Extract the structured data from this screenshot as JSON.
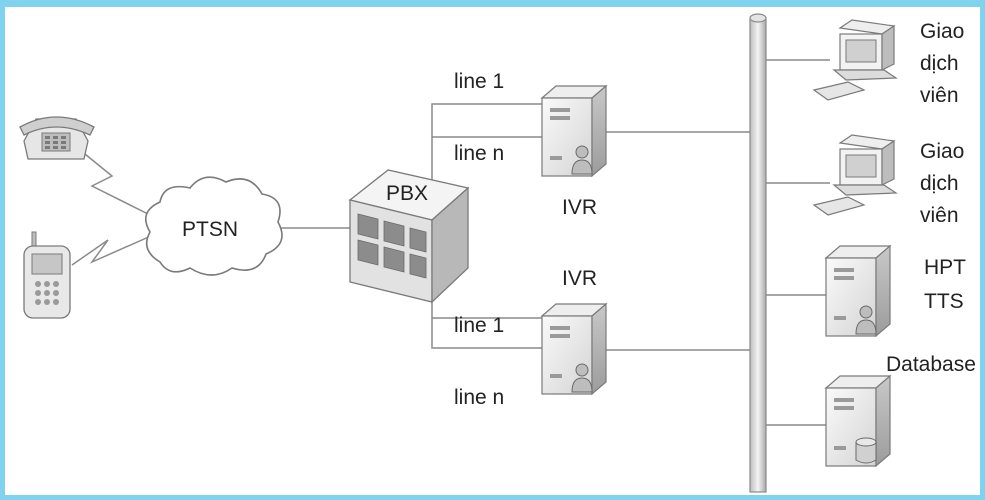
{
  "colors": {
    "frame": "#7fd3ee",
    "line": "#8a8a8a",
    "device_light": "#f2f2f2",
    "device_mid": "#d6d6d6",
    "device_dark": "#9a9a9a",
    "text": "#222222"
  },
  "nodes": {
    "telephone": {
      "icon": "telephone-icon"
    },
    "mobile": {
      "icon": "mobile-phone-icon"
    },
    "ptsn": {
      "label": "PTSN",
      "icon": "cloud-icon"
    },
    "pbx": {
      "label": "PBX",
      "icon": "pbx-switch-icon"
    },
    "ivr_top": {
      "label": "IVR",
      "icon": "server-icon"
    },
    "ivr_bottom": {
      "label": "IVR",
      "icon": "server-icon"
    },
    "bus": {
      "icon": "network-bus-icon"
    },
    "agent1": {
      "label_lines": [
        "Giao",
        "dịch",
        "viên"
      ],
      "icon": "workstation-icon"
    },
    "agent2": {
      "label_lines": [
        "Giao",
        "dịch",
        "viên"
      ],
      "icon": "workstation-icon"
    },
    "hpt_tts": {
      "label_lines": [
        "HPT",
        "TTS"
      ],
      "icon": "server-icon"
    },
    "database": {
      "label": "Database",
      "icon": "database-server-icon"
    }
  },
  "links": {
    "top_line1": "line 1",
    "top_linen": "line n",
    "bottom_line1": "line 1",
    "bottom_linen": "line n"
  }
}
